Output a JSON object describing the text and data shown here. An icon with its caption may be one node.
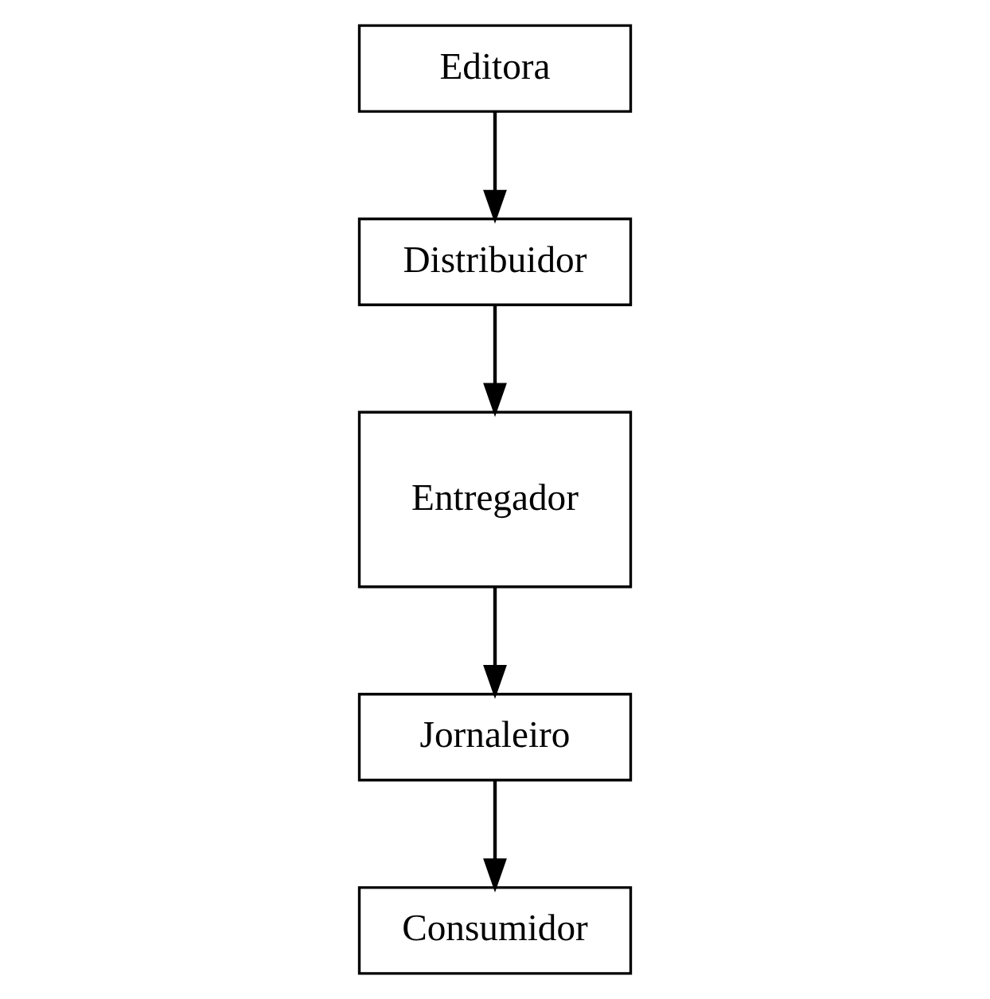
{
  "diagram": {
    "nodes": [
      {
        "text": [
          "Editora"
        ]
      },
      {
        "text": [
          "Distribuidor"
        ]
      },
      {
        "text": [
          "Entregador"
        ]
      },
      {
        "text": [
          "Jornaleiro"
        ]
      },
      {
        "text": [
          "Consumidor"
        ]
      }
    ],
    "edges": [
      {
        "from": 0,
        "to": 1,
        "arrow": "to"
      },
      {
        "from": 1,
        "to": 2,
        "arrow": "to"
      },
      {
        "from": 2,
        "to": 3,
        "arrow": "to"
      },
      {
        "from": 3,
        "to": 4,
        "arrow": "to"
      }
    ]
  }
}
